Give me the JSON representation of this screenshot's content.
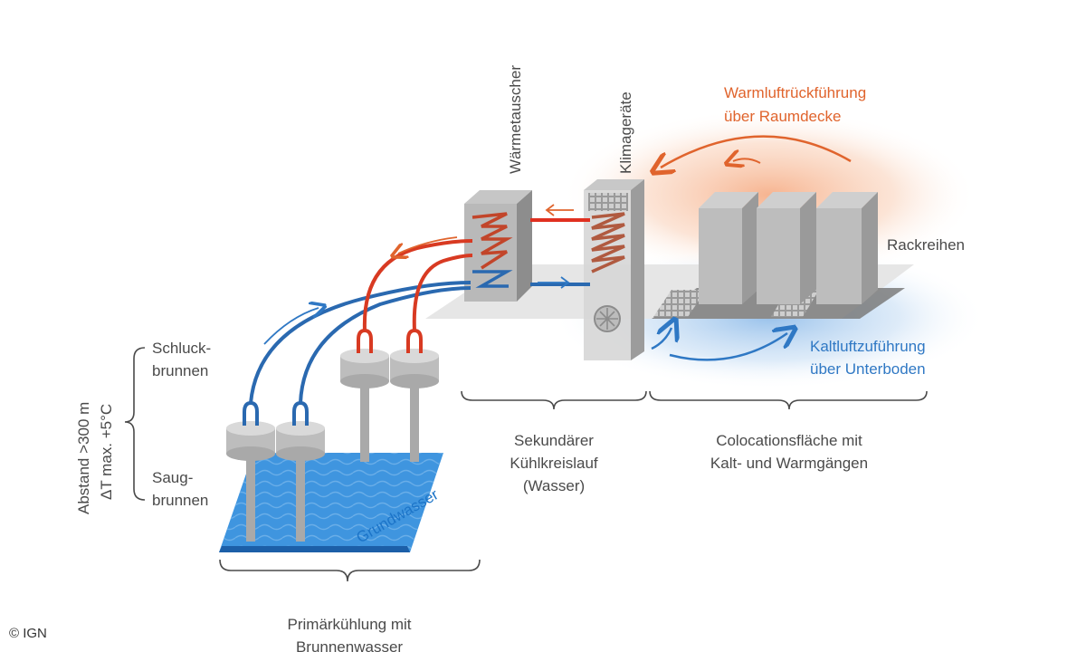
{
  "labels": {
    "waermetauscher": "Wärmetauscher",
    "klimageraete": "Klimageräte",
    "warmluft_line1": "Warmluftrückführung",
    "warmluft_line2": "über Raumdecke",
    "rackreihen": "Rackreihen",
    "kaltluft_line1": "Kaltluftzuführung",
    "kaltluft_line2": "über Unterboden",
    "schluck_line1": "Schluck-",
    "schluck_line2": "brunnen",
    "saug_line1": "Saug-",
    "saug_line2": "brunnen",
    "abstand": "Abstand >300 m",
    "delta_t": "ΔT max. +5°C",
    "grundwasser": "Grundwasser",
    "sekundaer_line1": "Sekundärer",
    "sekundaer_line2": "Kühlkreislauf",
    "sekundaer_line3": "(Wasser)",
    "colocation_line1": "Colocationsfläche mit",
    "colocation_line2": "Kalt- und Warmgängen",
    "primaer_line1": "Primärkühlung mit",
    "primaer_line2": "Brunnenwasser",
    "copyright": "© IGN"
  },
  "colors": {
    "warm": "#e0642d",
    "cold": "#2f78c4",
    "water": "#1c74c8",
    "grey_dark": "#8d8d8d",
    "grey_mid": "#b2b2b2",
    "grey_light": "#d2d2d2"
  }
}
